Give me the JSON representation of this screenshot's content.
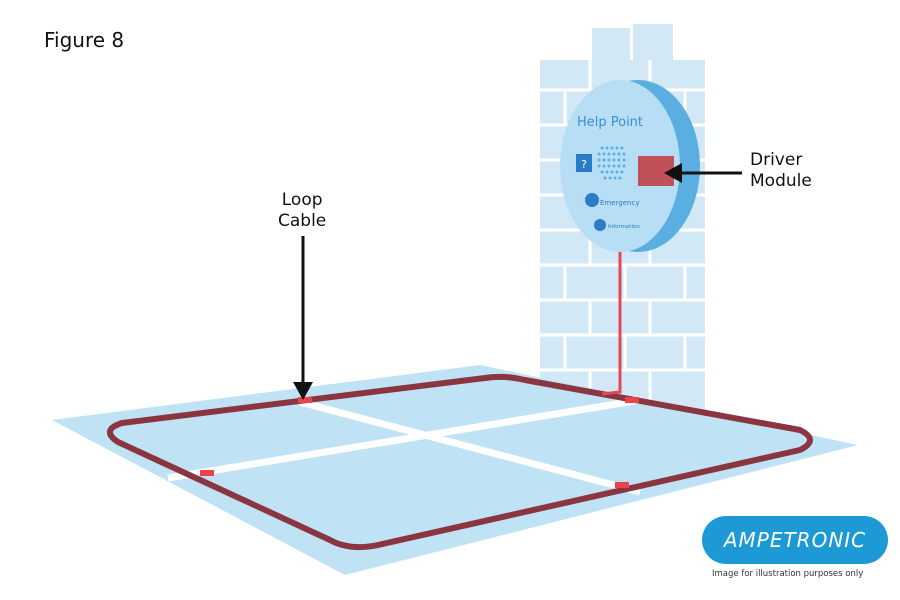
{
  "figure": {
    "title": "Figure 8"
  },
  "callouts": {
    "loop_cable": [
      "Loop",
      "Cable"
    ],
    "driver_module": [
      "Driver",
      "Module"
    ]
  },
  "help_point": {
    "title": "Help Point",
    "emergency_label": "Emergency",
    "information_label": "Information"
  },
  "logo": {
    "text": "AMPETRONIC"
  },
  "disclaimer": "Image for illustration purposes only",
  "colors": {
    "floor": "#bfe3f5",
    "wall": "#d3e8f7",
    "help_point_face": "#b8def5",
    "help_point_edge": "#5aaee0",
    "loop_cable": "#8a3540",
    "driver_module": "#c0505a",
    "brand": "#1d9ad6"
  },
  "icons": [
    "hearing-loop-icon",
    "speaker-grille-icon",
    "arrow-icon"
  ]
}
